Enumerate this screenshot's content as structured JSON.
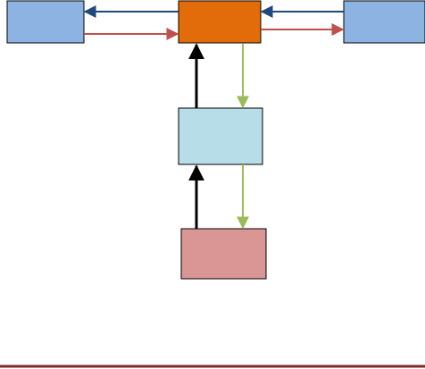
{
  "colors": {
    "left_box": "#8db3e2",
    "center_box": "#e36c0a",
    "right_box": "#8db3e2",
    "middle_box": "#b7dde8",
    "bottom_box": "#d99694",
    "border": "#000000",
    "arrow_blue": "#1f497d",
    "arrow_red": "#c0504d",
    "arrow_black": "#000000",
    "arrow_green": "#9bbb59",
    "footer_rule": "#7f2a2a"
  },
  "boxes": [
    {
      "name": "left-box",
      "label": "",
      "color_key": "left_box"
    },
    {
      "name": "center-box",
      "label": "",
      "color_key": "center_box"
    },
    {
      "name": "right-box",
      "label": "",
      "color_key": "right_box"
    },
    {
      "name": "middle-box",
      "label": "",
      "color_key": "middle_box"
    },
    {
      "name": "bottom-box",
      "label": "",
      "color_key": "bottom_box"
    }
  ],
  "connections": [
    {
      "name": "arrow-center-to-left",
      "from": "center-box",
      "to": "left-box",
      "color_key": "arrow_blue"
    },
    {
      "name": "arrow-left-to-center",
      "from": "left-box",
      "to": "center-box",
      "color_key": "arrow_red"
    },
    {
      "name": "arrow-right-to-center",
      "from": "right-box",
      "to": "center-box",
      "color_key": "arrow_blue"
    },
    {
      "name": "arrow-center-to-right",
      "from": "center-box",
      "to": "right-box",
      "color_key": "arrow_red"
    },
    {
      "name": "arrow-middle-to-center",
      "from": "middle-box",
      "to": "center-box",
      "color_key": "arrow_black"
    },
    {
      "name": "arrow-center-to-middle",
      "from": "center-box",
      "to": "middle-box",
      "color_key": "arrow_green"
    },
    {
      "name": "arrow-bottom-to-middle",
      "from": "bottom-box",
      "to": "middle-box",
      "color_key": "arrow_black"
    },
    {
      "name": "arrow-middle-to-bottom",
      "from": "middle-box",
      "to": "bottom-box",
      "color_key": "arrow_green"
    }
  ]
}
